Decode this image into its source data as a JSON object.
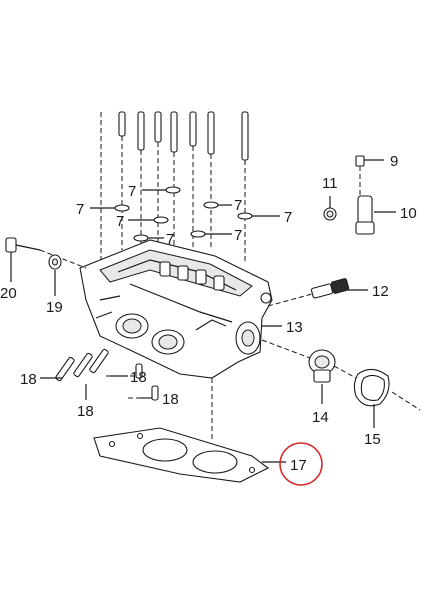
{
  "diagram": {
    "callouts": [
      {
        "id": "c7a",
        "text": "7"
      },
      {
        "id": "c7b",
        "text": "7"
      },
      {
        "id": "c7c",
        "text": "7"
      },
      {
        "id": "c7d",
        "text": "7"
      },
      {
        "id": "c7e",
        "text": "7"
      },
      {
        "id": "c7f",
        "text": "7"
      },
      {
        "id": "c7g",
        "text": "7"
      },
      {
        "id": "c9",
        "text": "9"
      },
      {
        "id": "c10",
        "text": "10"
      },
      {
        "id": "c11",
        "text": "11"
      },
      {
        "id": "c12",
        "text": "12"
      },
      {
        "id": "c13",
        "text": "13"
      },
      {
        "id": "c14",
        "text": "14"
      },
      {
        "id": "c15",
        "text": "15"
      },
      {
        "id": "c17",
        "text": "17"
      },
      {
        "id": "c18a",
        "text": "18"
      },
      {
        "id": "c18b",
        "text": "18"
      },
      {
        "id": "c18c",
        "text": "18"
      },
      {
        "id": "c18d",
        "text": "18"
      },
      {
        "id": "c19",
        "text": "19"
      },
      {
        "id": "c20",
        "text": "20"
      }
    ],
    "highlight_color": "#d42a2a",
    "line_color": "#1a1a1a"
  }
}
